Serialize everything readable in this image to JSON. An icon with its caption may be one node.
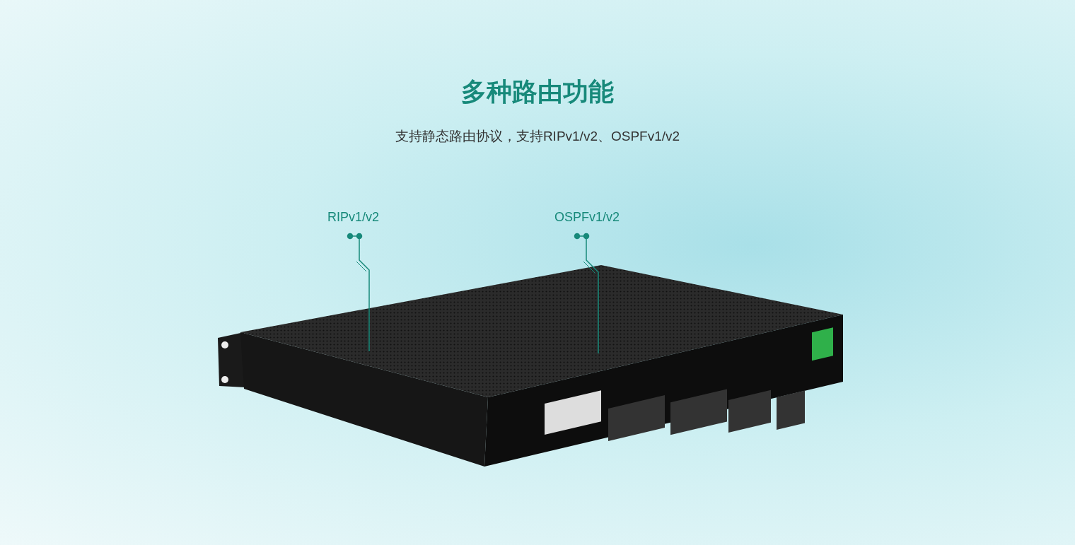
{
  "diagram": {
    "title": "多种路由功能",
    "nodes": [
      {
        "text": [
          "RIPv1/v2"
        ]
      },
      {
        "text": [
          "OSPFv1/v2"
        ]
      }
    ],
    "edges": [
      {
        "from": 0,
        "to": null,
        "arrow": "other"
      },
      {
        "from": 1,
        "to": null,
        "arrow": "other"
      }
    ],
    "labels": [
      "支持静态路由协议，支持RIPv1/v2、OSPFv1/v2"
    ]
  }
}
